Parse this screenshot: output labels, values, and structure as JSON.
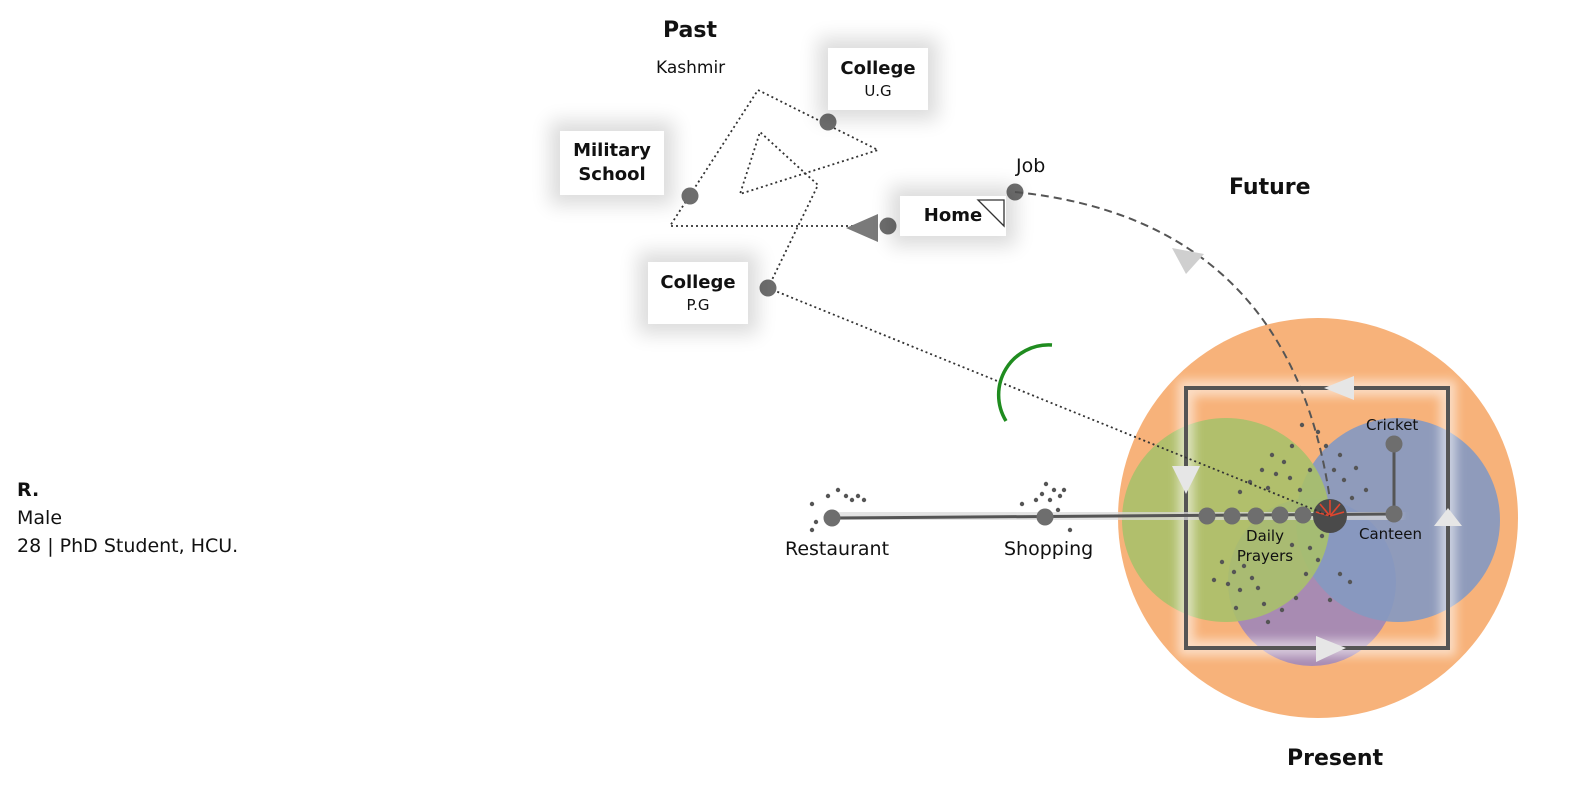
{
  "person": {
    "name": "R.",
    "gender": "Male",
    "details": "28 | PhD Student, HCU."
  },
  "headings": {
    "past": "Past",
    "future": "Future",
    "present": "Present"
  },
  "past": {
    "origin": "Kashmir",
    "nodes": [
      {
        "id": "college-ug",
        "title": "College",
        "subtitle": "U.G"
      },
      {
        "id": "military-school",
        "title": "Military School",
        "subtitle": ""
      },
      {
        "id": "college-pg",
        "title": "College",
        "subtitle": "P.G"
      },
      {
        "id": "home",
        "title": "Home",
        "subtitle": ""
      }
    ]
  },
  "future": {
    "goal": "Job"
  },
  "present": {
    "places": [
      "Restaurant",
      "Shopping",
      "Daily Prayers",
      "Cricket",
      "Canteen"
    ],
    "colors": {
      "outer": "#f7b27a",
      "green": "#a8c06a",
      "blue": "#8599c0",
      "purple": "#9e86b8",
      "center": "#c0392b",
      "arc": "#1f8c1f"
    }
  }
}
